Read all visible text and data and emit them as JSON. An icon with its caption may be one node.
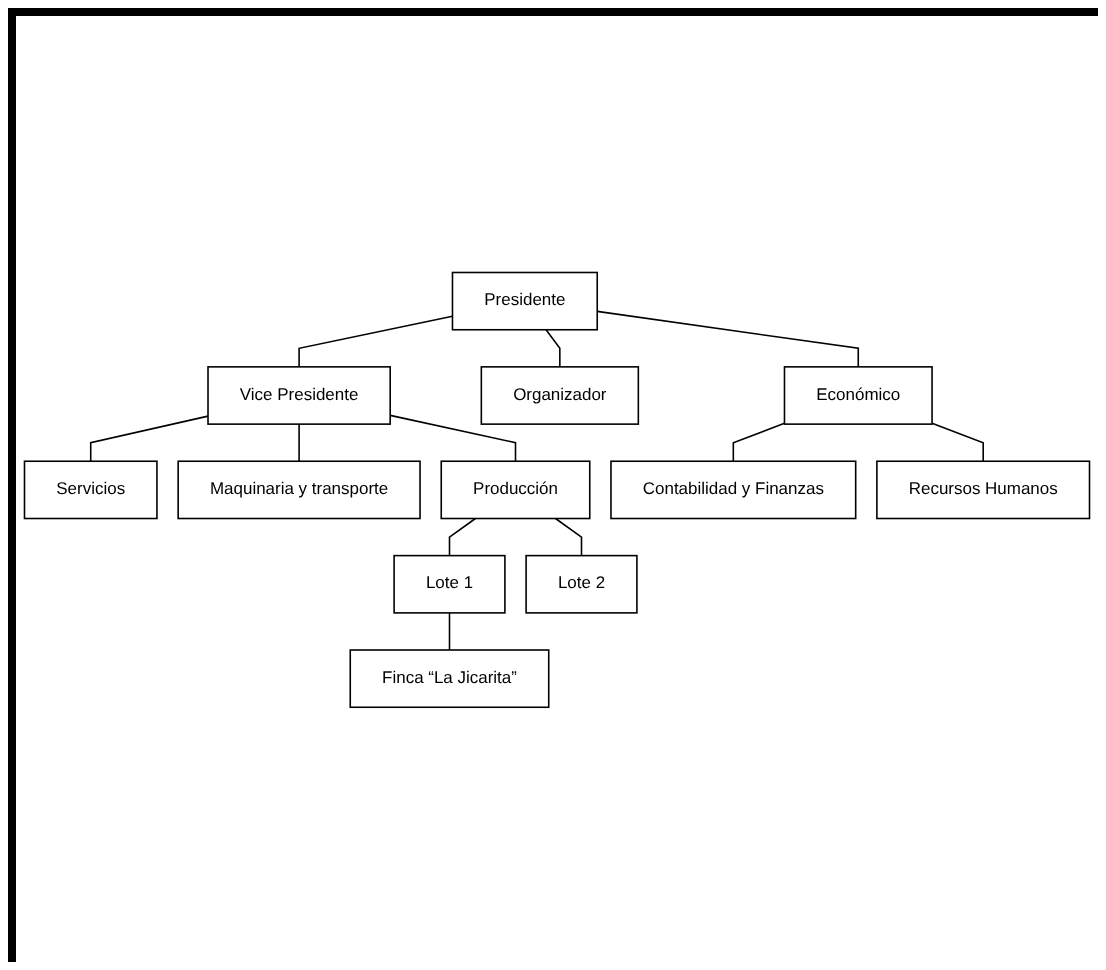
{
  "diagram": {
    "nodes": [
      {
        "text": [
          "Presidente"
        ]
      },
      {
        "text": [
          "Vice Presidente"
        ]
      },
      {
        "text": [
          "Organizador"
        ]
      },
      {
        "text": [
          "Económico"
        ]
      },
      {
        "text": [
          "Servicios"
        ]
      },
      {
        "text": [
          "Maquinaria y transporte"
        ]
      },
      {
        "text": [
          "Contabilidad y Finanzas"
        ]
      },
      {
        "text": [
          "Recursos Humanos"
        ]
      },
      {
        "text": [
          "Producción"
        ]
      },
      {
        "text": [
          "Lote 1"
        ]
      },
      {
        "text": [
          "Lote 2"
        ]
      },
      {
        "text": [
          "Finca “La Jicarita”"
        ]
      }
    ],
    "edges": [
      {
        "from": 0,
        "to": 1,
        "arrow": "none"
      },
      {
        "from": 0,
        "to": 2,
        "arrow": "none"
      },
      {
        "from": 0,
        "to": 3,
        "arrow": "none"
      },
      {
        "from": 1,
        "to": 4,
        "arrow": "none"
      },
      {
        "from": 1,
        "to": 5,
        "arrow": "none"
      },
      {
        "from": 1,
        "to": 8,
        "arrow": "none"
      },
      {
        "from": 3,
        "to": 6,
        "arrow": "none"
      },
      {
        "from": 3,
        "to": 7,
        "arrow": "none"
      },
      {
        "from": 8,
        "to": 9,
        "arrow": "none"
      },
      {
        "from": 8,
        "to": 10,
        "arrow": "none"
      },
      {
        "from": 9,
        "to": 11,
        "arrow": "none"
      }
    ]
  }
}
